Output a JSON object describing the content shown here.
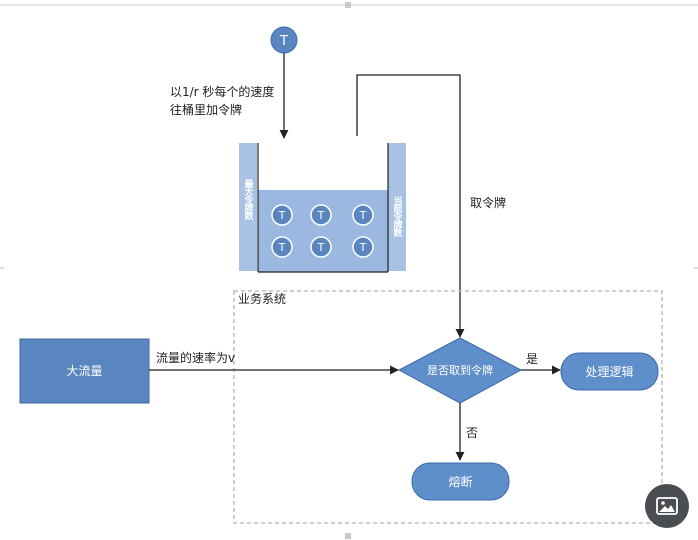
{
  "token_label": "T",
  "add_rate_line1": "以1/r 秒每个的速度",
  "add_rate_line2": "往桶里加令牌",
  "take_token": "取令牌",
  "bucket_left_label": "最大令牌数",
  "bucket_right_label": "当前令牌数",
  "system_label": "业务系统",
  "traffic_box": "大流量",
  "traffic_rate": "流量的速率为v",
  "decision": "是否取到令牌",
  "yes": "是",
  "no": "否",
  "process": "处理逻辑",
  "fuse": "熔断",
  "colors": {
    "box_fill": "#5a86c0",
    "bucket_fill": "#9bb8e0",
    "bucket_side": "#a9c2e4",
    "token_fill": "#5a86c0",
    "node_fill": "#5f8fcb",
    "line": "#222222"
  },
  "icons": {
    "image_button": "image-icon"
  }
}
